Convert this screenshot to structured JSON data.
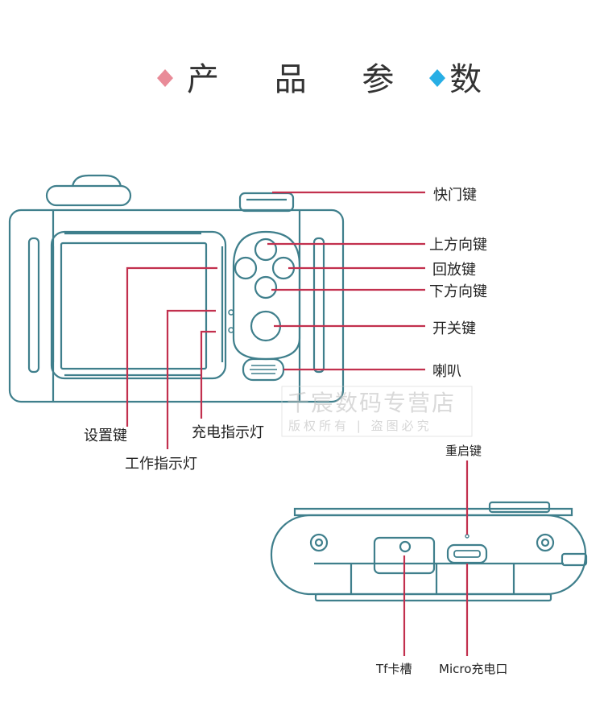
{
  "title": "产 品 参 数",
  "colors": {
    "outline": "#3f7f8c",
    "leader": "#c2304e",
    "diamond_left": "#e98b98",
    "diamond_right": "#27aee5"
  },
  "watermark": {
    "line1": "千宸数码专营店",
    "line2": "版权所有 | 盗图必究"
  },
  "labels": {
    "shutter": "快门键",
    "up": "上方向键",
    "playback": "回放键",
    "down": "下方向键",
    "power": "开关键",
    "speaker": "喇叭",
    "settings": "设置键",
    "charge_led": "充电指示灯",
    "work_led": "工作指示灯",
    "reset": "重启键",
    "tf": "Tf卡槽",
    "micro": "Micro充电口"
  }
}
